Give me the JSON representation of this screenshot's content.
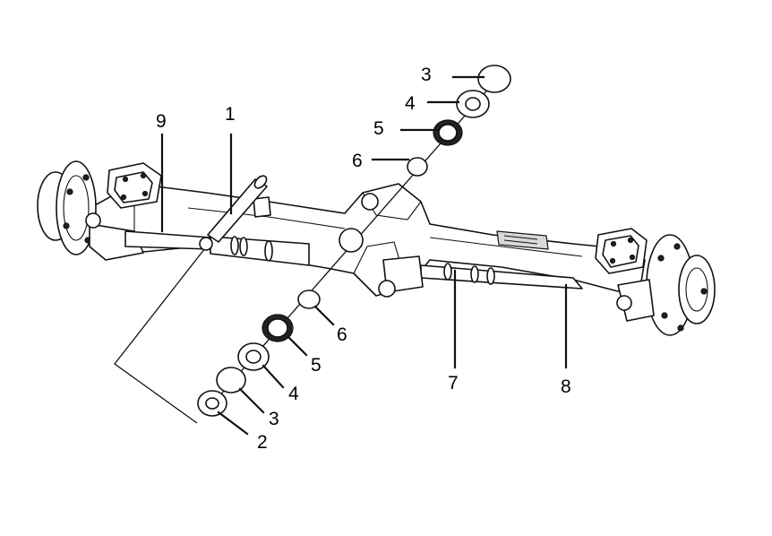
{
  "callouts": {
    "c1": "1",
    "c2": "2",
    "c3_top": "3",
    "c3_bottom": "3",
    "c4_top": "4",
    "c4_bottom": "4",
    "c5_top": "5",
    "c5_bottom": "5",
    "c6_top": "6",
    "c6_bottom": "6",
    "c7": "7",
    "c8": "8",
    "c9": "9"
  }
}
